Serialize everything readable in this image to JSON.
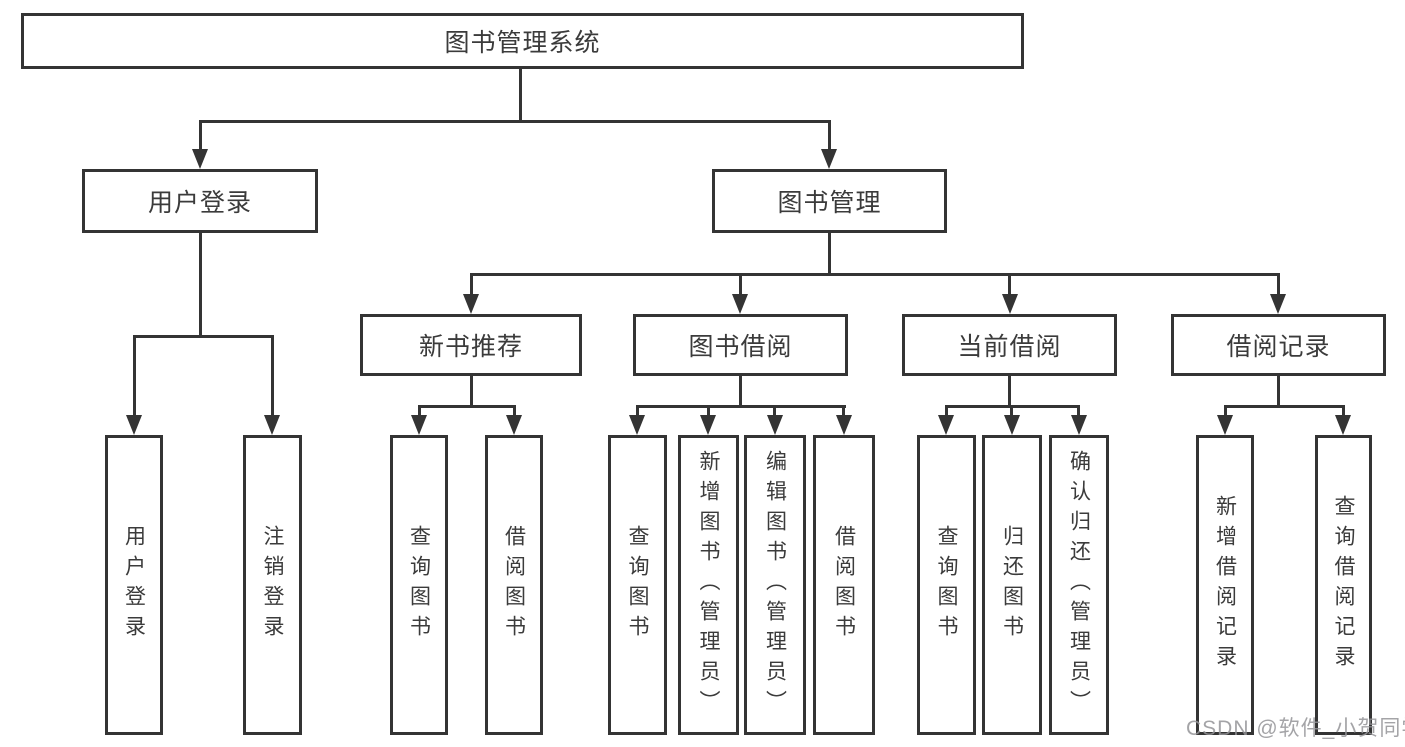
{
  "nodes": {
    "root": "图书管理系统",
    "user_login": "用户登录",
    "book_mgmt": "图书管理",
    "new_book_rec": "新书推荐",
    "book_borrow": "图书借阅",
    "current_borrow": "当前借阅",
    "borrow_records": "借阅记录",
    "leaves": {
      "login": [
        "用户登录",
        "注销登录"
      ],
      "recommend": [
        "查询图书",
        "借阅图书"
      ],
      "borrow": [
        "查询图书",
        "新增图书（管理员）",
        "编辑图书（管理员）",
        "借阅图书"
      ],
      "current": [
        "查询图书",
        "归还图书",
        "确认归还（管理员）"
      ],
      "records": [
        "新增借阅记录",
        "查询借阅记录"
      ]
    }
  },
  "watermark": "CSDN @软件_小贺同学",
  "colors": {
    "line": "#343434",
    "text": "#3b3b3b",
    "watermark": "#949498",
    "background": "#ffffff"
  }
}
